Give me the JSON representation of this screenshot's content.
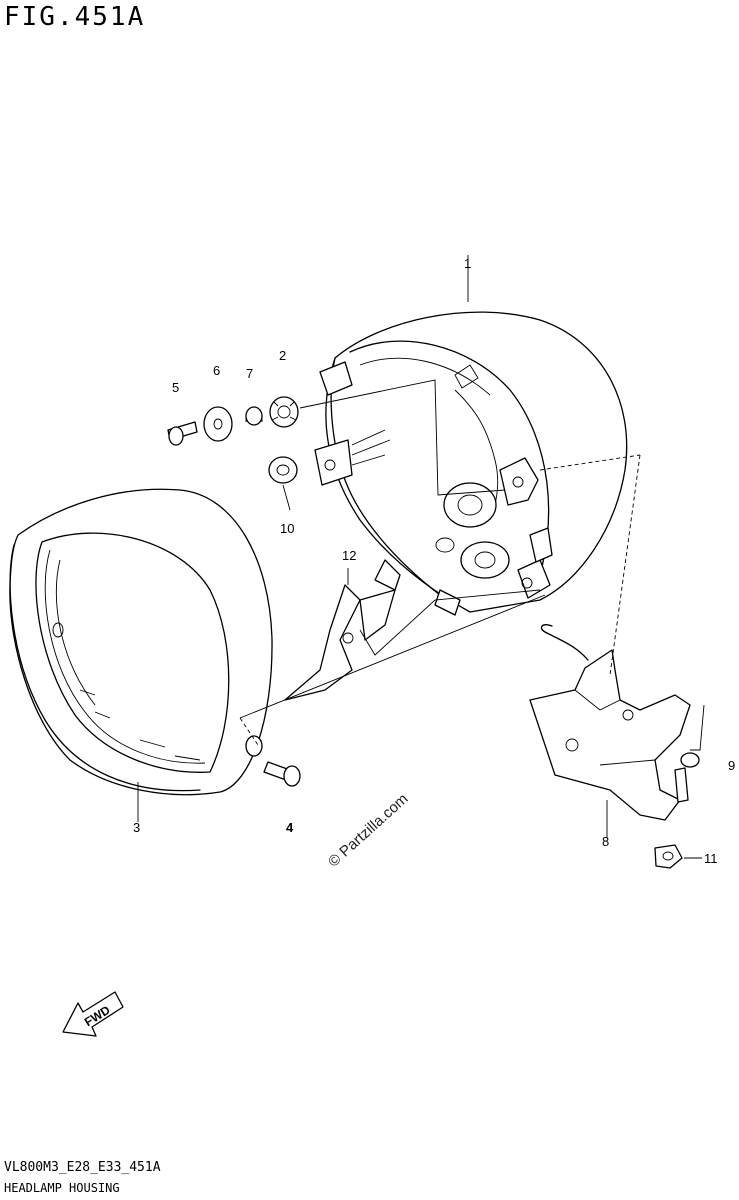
{
  "figure": {
    "title": "FIG.451A"
  },
  "footer": {
    "code": "VL800M3_E28_E33_451A",
    "caption": "HEADLAMP HOUSING"
  },
  "watermark": {
    "text": "© Partzilla.com"
  },
  "fwd_label": "FWD",
  "callouts": [
    "1",
    "2",
    "3",
    "4",
    "5",
    "6",
    "7",
    "8",
    "9",
    "10",
    "11",
    "12"
  ]
}
